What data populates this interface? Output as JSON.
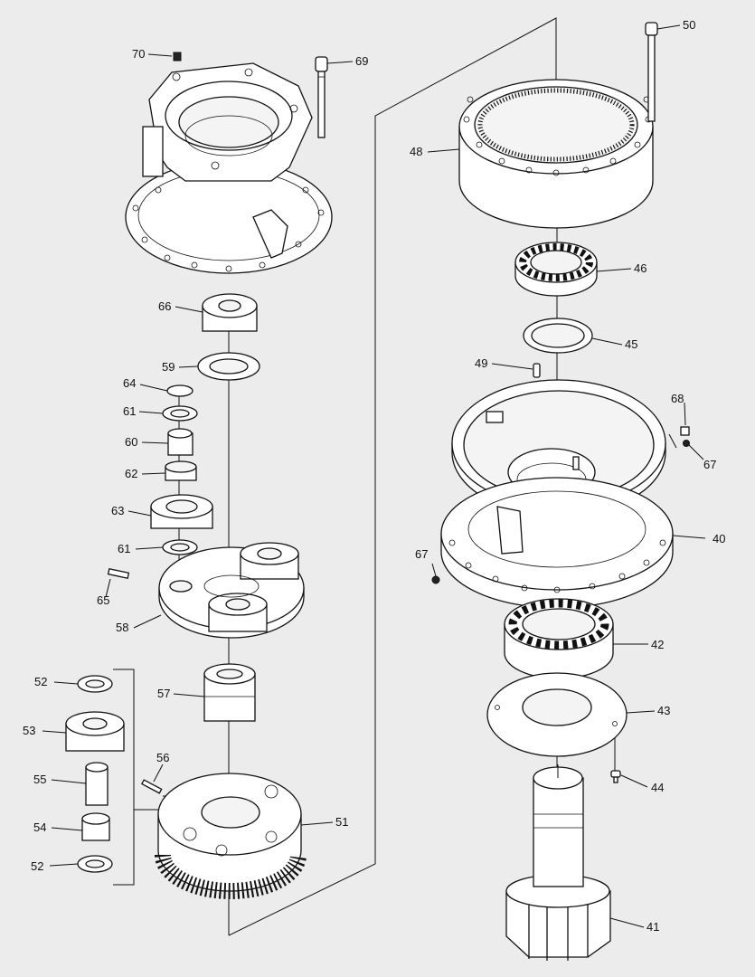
{
  "callouts": [
    {
      "num": "70"
    },
    {
      "num": "69"
    },
    {
      "num": "50"
    },
    {
      "num": "48"
    },
    {
      "num": "66"
    },
    {
      "num": "59"
    },
    {
      "num": "64"
    },
    {
      "num": "61"
    },
    {
      "num": "60"
    },
    {
      "num": "62"
    },
    {
      "num": "63"
    },
    {
      "num": "61"
    },
    {
      "num": "65"
    },
    {
      "num": "58"
    },
    {
      "num": "46"
    },
    {
      "num": "45"
    },
    {
      "num": "49"
    },
    {
      "num": "68"
    },
    {
      "num": "67"
    },
    {
      "num": "40"
    },
    {
      "num": "67"
    },
    {
      "num": "42"
    },
    {
      "num": "43"
    },
    {
      "num": "44"
    },
    {
      "num": "52"
    },
    {
      "num": "57"
    },
    {
      "num": "53"
    },
    {
      "num": "56"
    },
    {
      "num": "55"
    },
    {
      "num": "51"
    },
    {
      "num": "54"
    },
    {
      "num": "52"
    },
    {
      "num": "41"
    }
  ]
}
